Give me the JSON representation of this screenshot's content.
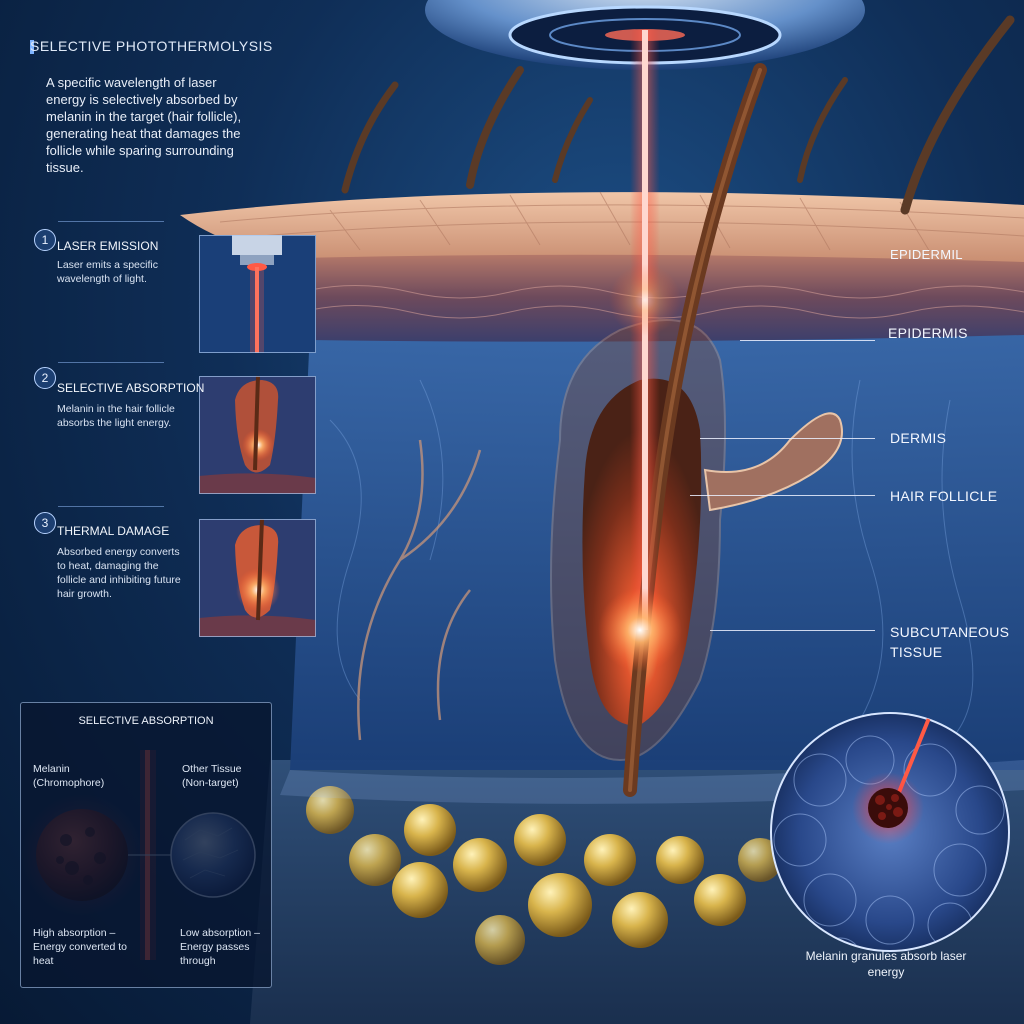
{
  "header": {
    "title": "SELECTIVE PHOTOTHERMOLYSIS",
    "intro": "A specific wavelength of laser energy is selectively absorbed by melanin in the target (hair follicle), generating heat that damages the follicle while sparing surrounding tissue."
  },
  "steps": [
    {
      "number": "1",
      "title": "LASER EMISSION",
      "description": "Laser emits a specific wavelength of light."
    },
    {
      "number": "2",
      "title": "SELECTIVE ABSORPTION",
      "description": "Melanin in the hair follicle absorbs the light energy."
    },
    {
      "number": "3",
      "title": "THERMAL DAMAGE",
      "description": "Absorbed energy converts to heat, damaging the follicle and inhibiting future hair growth."
    }
  ],
  "labels": {
    "epidermis_top": "EPIDERMIL",
    "epidermis": "EPIDERMIS",
    "dermis": "DERMIS",
    "hair_follicle": "HAIR FOLLICLE",
    "subcutaneous": "SUBCUTANEOUS TISSUE"
  },
  "comparison": {
    "title": "SELECTIVE ABSORPTION",
    "melanin_name": "Melanin (Chromophore)",
    "other_name": "Other Tissue (Non-target)",
    "melanin_result": "High absorption – Energy converted to heat",
    "other_result": "Low absorption – Energy passes through"
  },
  "zoom": {
    "caption": "Melanin granules absorb laser energy"
  },
  "colors": {
    "laser": "#ff4a3a",
    "skin": "#d8a080",
    "dermis": "#3b6aa8",
    "fat": "#d6b24a",
    "follicle": "#7a3a22"
  }
}
